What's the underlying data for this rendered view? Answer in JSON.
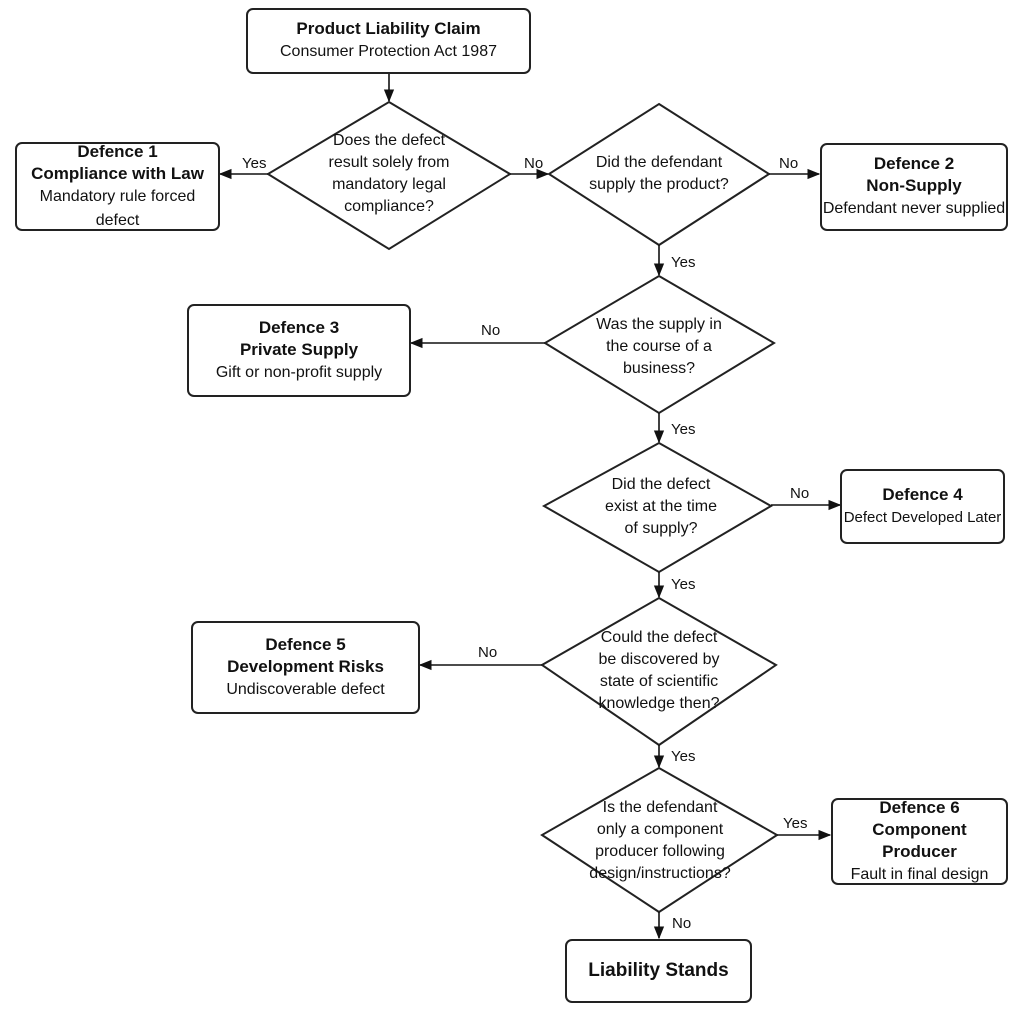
{
  "start": {
    "title": "Product Liability Claim",
    "subtitle": "Consumer Protection Act 1987"
  },
  "questions": {
    "q1": "Does the defect result solely from mandatory legal compliance?",
    "q2": "Did the defendant supply the product?",
    "q3": "Was the supply in the course of a business?",
    "q4": "Did the defect exist at the time of supply?",
    "q5": "Could the defect be discovered by state of scientific knowledge then?",
    "q6": "Is the defendant only a component producer following design/instructions?"
  },
  "defences": {
    "d1": {
      "num": "Defence 1",
      "name": "Compliance with Law",
      "desc": "Mandatory rule forced defect"
    },
    "d2": {
      "num": "Defence 2",
      "name": "Non-Supply",
      "desc": "Defendant never supplied"
    },
    "d3": {
      "num": "Defence 3",
      "name": "Private Supply",
      "desc": "Gift or non-profit supply"
    },
    "d4": {
      "num": "Defence 4",
      "desc": "Defect Developed Later"
    },
    "d5": {
      "num": "Defence 5",
      "name": "Development Risks",
      "desc": "Undiscoverable defect"
    },
    "d6": {
      "num": "Defence 6",
      "name": "Component Producer",
      "desc": "Fault in final design"
    }
  },
  "end": {
    "title": "Liability Stands"
  },
  "labels": {
    "yes": "Yes",
    "no": "No"
  }
}
